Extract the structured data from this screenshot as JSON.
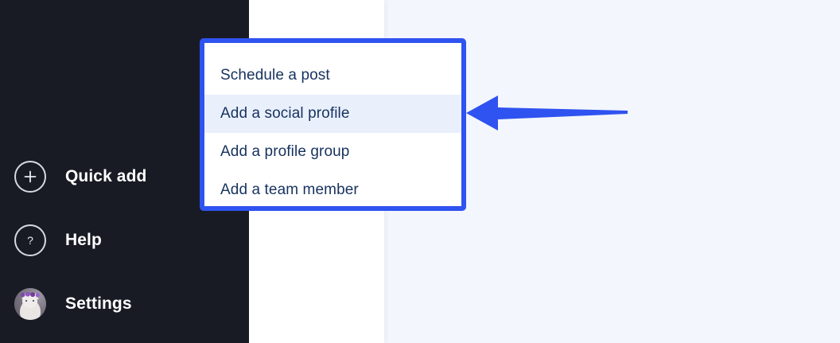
{
  "colors": {
    "sidebar_bg": "#181b23",
    "panel_bg": "#ffffff",
    "canvas_bg": "#f3f6fc",
    "accent_blue": "#2f53f0",
    "menu_text": "#17325f",
    "menu_highlight_bg": "#e9f0fc",
    "sidebar_text": "#ffffff"
  },
  "sidebar": {
    "items": [
      {
        "label": "Quick add",
        "icon": "plus-circle-icon"
      },
      {
        "label": "Help",
        "icon": "question-circle-icon"
      },
      {
        "label": "Settings",
        "icon": "avatar"
      }
    ]
  },
  "dropdown": {
    "items": [
      {
        "label": "Schedule a post",
        "highlighted": false
      },
      {
        "label": "Add a social profile",
        "highlighted": true
      },
      {
        "label": "Add a profile group",
        "highlighted": false
      },
      {
        "label": "Add a team member",
        "highlighted": false
      }
    ]
  },
  "annotation": {
    "arrow": "left-pointing-arrow",
    "color": "#2f53f0",
    "points_to": "Add a social profile"
  }
}
